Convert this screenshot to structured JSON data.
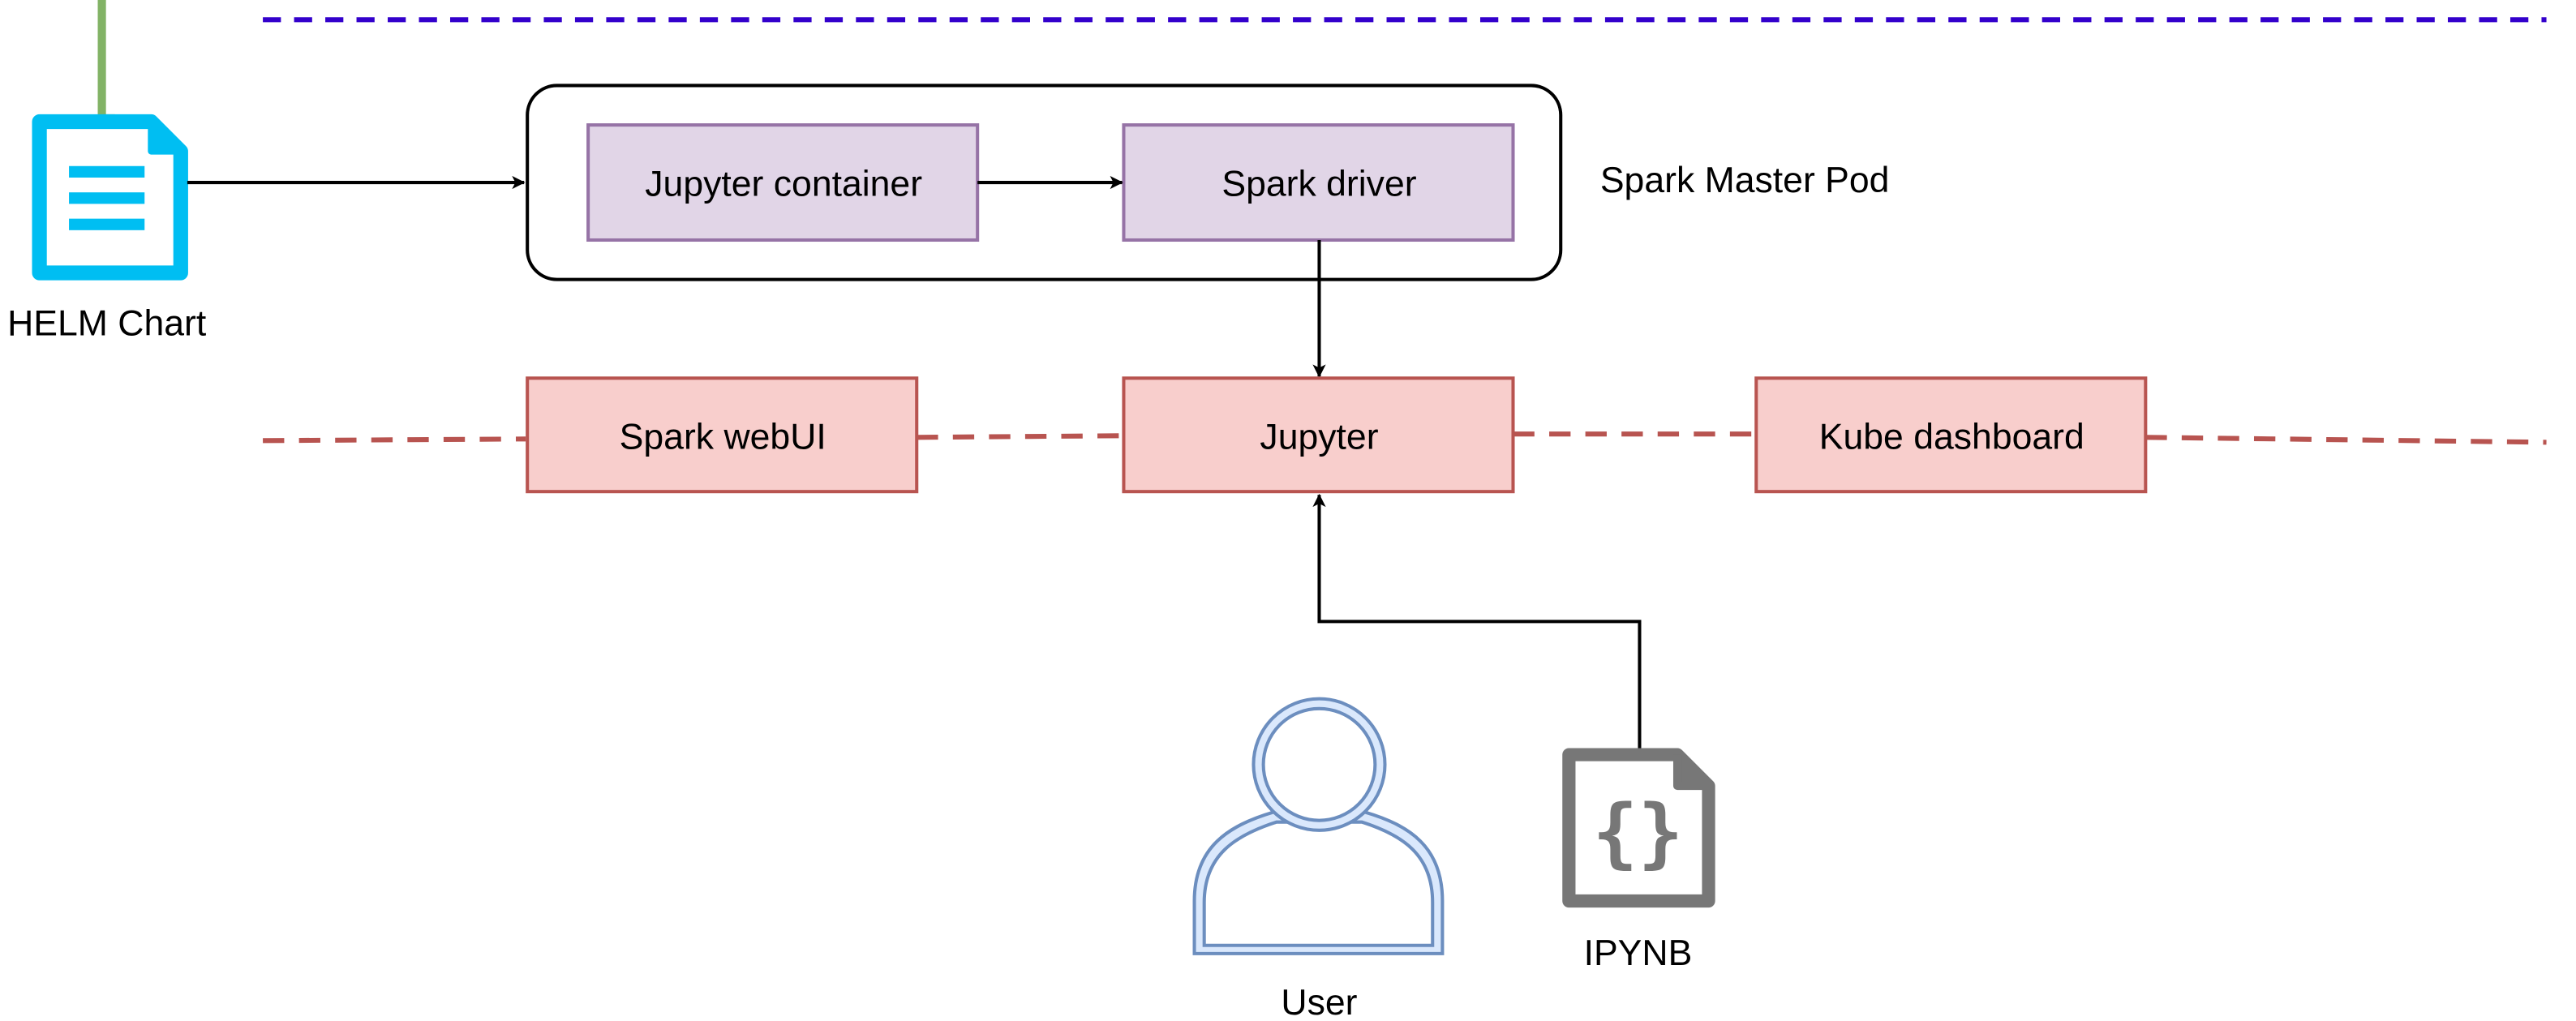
{
  "diagram": {
    "pod": {
      "label": "Spark Master Pod",
      "jupyter_container": "Jupyter container",
      "spark_driver": "Spark driver"
    },
    "helm": {
      "label": "HELM Chart",
      "icon": "document-icon"
    },
    "services": {
      "spark_webui": "Spark webUI",
      "jupyter": "Jupyter",
      "kube_dashboard": "Kube dashboard"
    },
    "user": {
      "label": "User",
      "icon": "user-icon"
    },
    "notebook": {
      "label": "IPYNB",
      "icon": "code-file-icon"
    },
    "colors": {
      "pod_box_fill": "#e1d5e7",
      "pod_box_stroke": "#9673a6",
      "service_fill": "#f8cecc",
      "service_stroke": "#b85450",
      "helm_icon": "#00bef2",
      "blue_dashed_line": "#3300cc",
      "red_dashed_line": "#b85450",
      "green_line": "#82b366",
      "user_icon_fill": "#dae8fc",
      "user_icon_stroke": "#6c8ebf",
      "notebook_icon": "#777777"
    }
  }
}
